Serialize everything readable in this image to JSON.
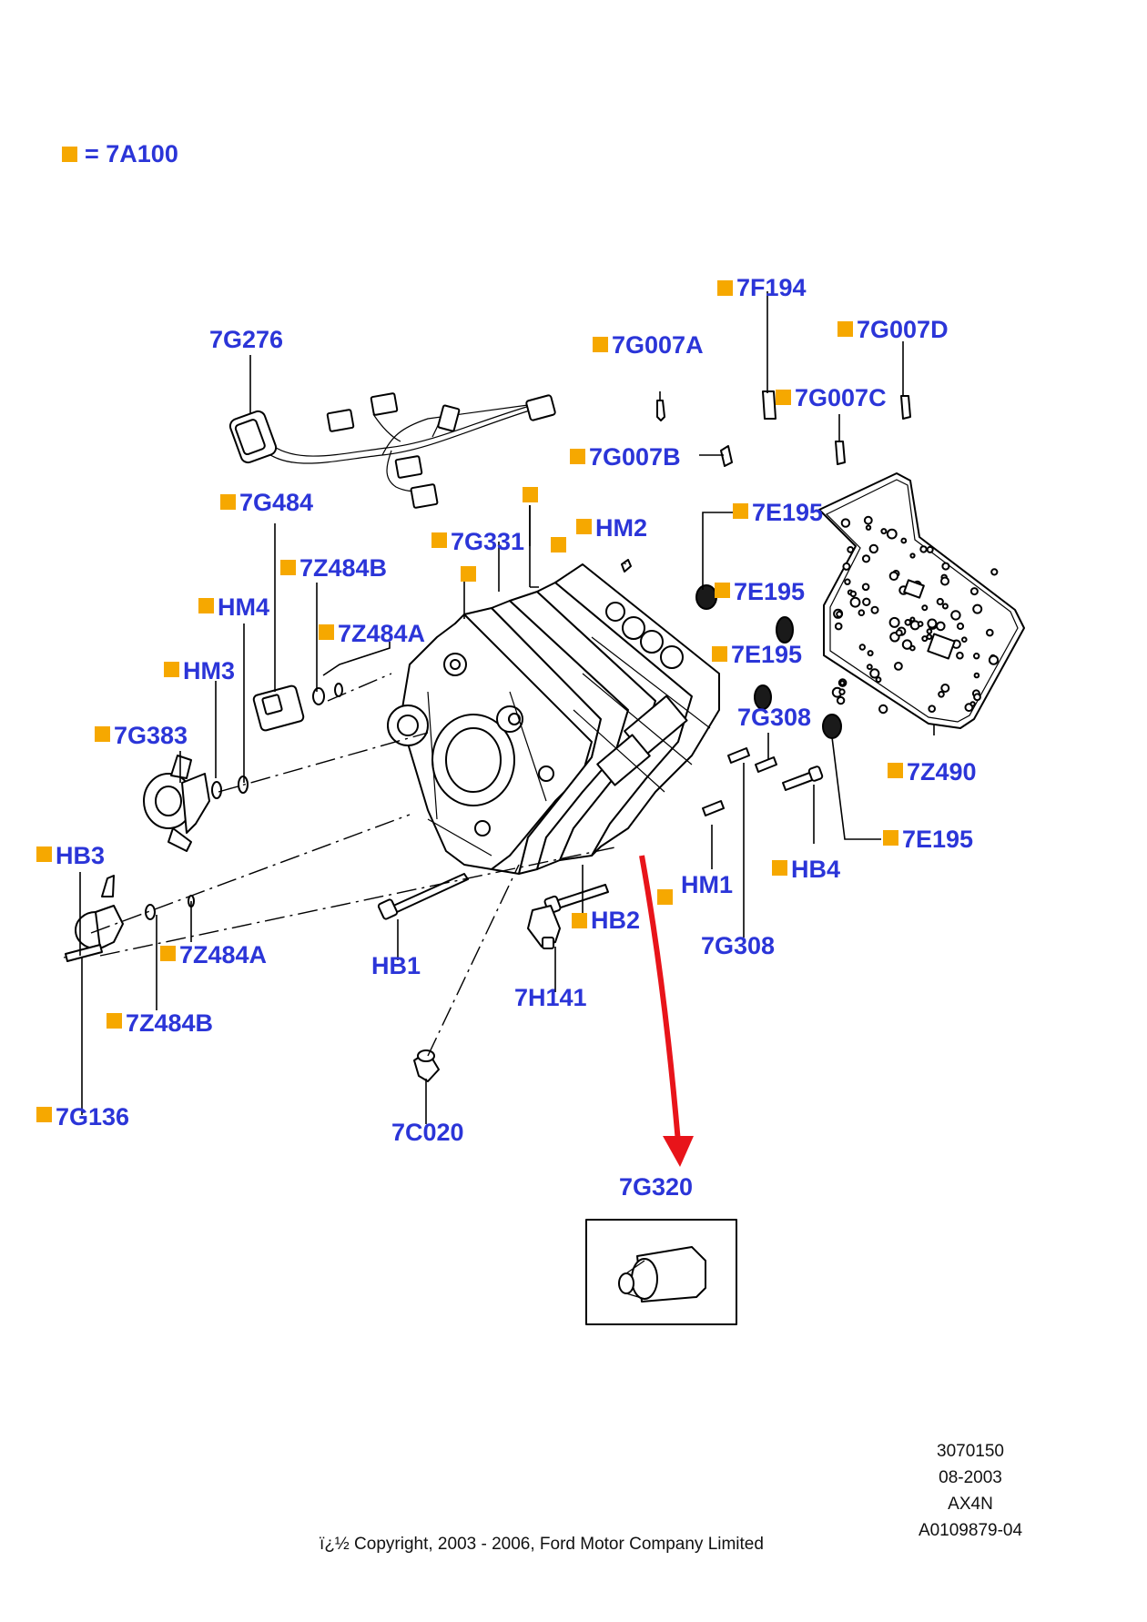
{
  "legend": {
    "code": "= 7A100",
    "color": "#f6a800"
  },
  "label_color": "#2b35d8",
  "callouts": {
    "c7G276": "7G276",
    "c7F194": "7F194",
    "c7G007A": "7G007A",
    "c7G007D": "7G007D",
    "c7G007C": "7G007C",
    "c7G007B": "7G007B",
    "c7G484": "7G484",
    "c7G331": "7G331",
    "cHM2": "HM2",
    "c7E195a": "7E195",
    "c7Z484B_top": "7Z484B",
    "cHM4": "HM4",
    "c7Z484A_top": "7Z484A",
    "c7E195b": "7E195",
    "cHM3": "HM3",
    "c7E195c": "7E195",
    "c7G308_top": "7G308",
    "c7G383": "7G383",
    "c7Z490": "7Z490",
    "c7E195d": "7E195",
    "cHB3": "HB3",
    "cHB4": "HB4",
    "cHM1": "HM1",
    "cHB2": "HB2",
    "c7Z484A_bot": "7Z484A",
    "cHB1": "HB1",
    "c7G308_bot": "7G308",
    "c7H141": "7H141",
    "c7Z484B_bot": "7Z484B",
    "c7G136": "7G136",
    "c7C020": "7C020",
    "c7G320": "7G320"
  },
  "footer": {
    "line1": "3070150",
    "line2": "08-2003",
    "line3": "AX4N",
    "line4": "A0109879-04",
    "copyright": "ï¿½ Copyright, 2003 - 2006, Ford Motor Company Limited"
  },
  "arrow_color": "#e8141a"
}
